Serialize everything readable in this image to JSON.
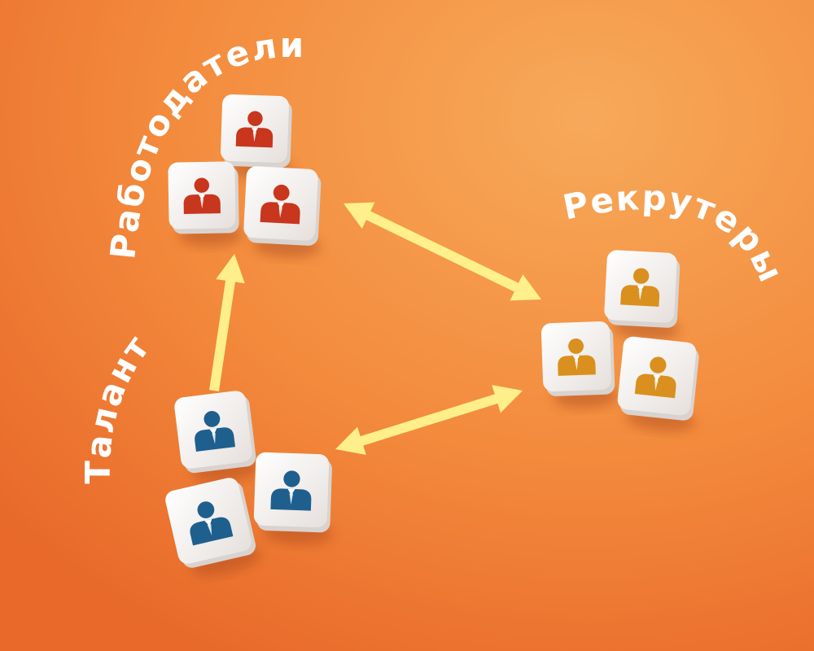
{
  "labels": {
    "employers": "Работодатели",
    "recruiters": "Рекрутеры",
    "talent": "Талант"
  },
  "colors": {
    "background_light": "#f7a95a",
    "background_mid": "#f38a3c",
    "background_dark": "#e8692a",
    "arrow": "#fff48f",
    "cube_face": "#f7f4f2",
    "cube_shade": "#d9d3cf",
    "employer_icon": "#c8361d",
    "recruiter_icon": "#d9901e",
    "talent_icon": "#1f5f8e",
    "label_text": "#ffffff"
  },
  "icons": {
    "cube": "person-in-suit-icon",
    "arrow": "double-headed-arrow"
  },
  "groups": {
    "employers": {
      "cube_count": 3
    },
    "recruiters": {
      "cube_count": 3
    },
    "talent": {
      "cube_count": 3
    }
  }
}
